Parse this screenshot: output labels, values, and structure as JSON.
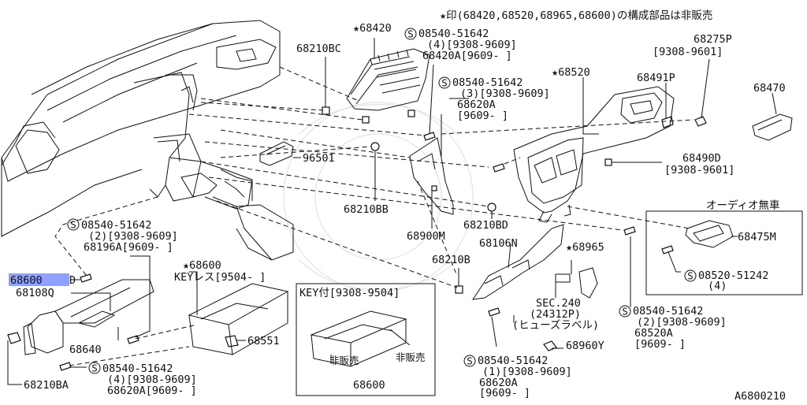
{
  "note": "★印(68420,68520,68965,68600)の構成部品は非販売",
  "figure_code": "A6800210",
  "labels": {
    "p68420": "★68420",
    "s68420_1": "08540-51642",
    "s68420_2": "(4)[9308-9609]",
    "s68420_3": "68420A[9609-     ]",
    "p68210BC": "68210BC",
    "p68275P_1": "68275P",
    "p68275P_2": "[9308-9601]",
    "p68470": "68470",
    "p68520": "★68520",
    "s68520_1": "08540-51642",
    "s68520_2": "(3)[9308-9609]",
    "s68520_3": "68620A",
    "s68520_4": "[9609-     ]",
    "p68491P": "68491P",
    "p96501": "96501",
    "p68490D_1": "68490D",
    "p68490D_2": "[9308-9601]",
    "p68210BB": "68210BB",
    "p68210BD": "68210BD",
    "p68900M": "68900M",
    "audio_title": "オーディオ無車",
    "p68475M": "68475M",
    "s_audio_1": "08520-51242",
    "s_audio_2": "(4)",
    "s68196_1": "08540-51642",
    "s68196_2": "(2)[9308-9609]",
    "s68196_3": "68196A[9609-     ]",
    "p68600": "68600",
    "p68108Q": "68108Q",
    "p68640": "68640",
    "p68210BA": "68210BA",
    "p68600k_1": "★68600",
    "p68600k_2": "KEYレス[9504-     ]",
    "p68551": "68551",
    "s68620_1": "08540-51642",
    "s68620_2": "(4)[9308-9609]",
    "s68620_3": "68620A[9609-     ]",
    "p68210B": "68210B",
    "p68106N": "68106N",
    "p68965": "★68965",
    "sec_1": "SEC.240",
    "sec_2": "(24312P)",
    "sec_3": "(ヒューズラベル)",
    "p68960Y": "68960Y",
    "s_bottom_1": "08540-51642",
    "s_bottom_2": "(1)[9308-9609]",
    "s_bottom_3": "68620A",
    "s_bottom_4": "[9609-     ]",
    "s68520A_1": "08540-51642",
    "s68520A_2": "(2)[9308-9609]",
    "s68520A_3": "68520A",
    "s68520A_4": "[9609-     ]",
    "key_title": "KEY付[9308-9504]",
    "key_hb1": "非販売",
    "key_hb2": "非販売",
    "key_part": "68600"
  },
  "screw_symbol": "S",
  "colors": {
    "highlight": "#8fa0ff",
    "ink": "#111111"
  }
}
